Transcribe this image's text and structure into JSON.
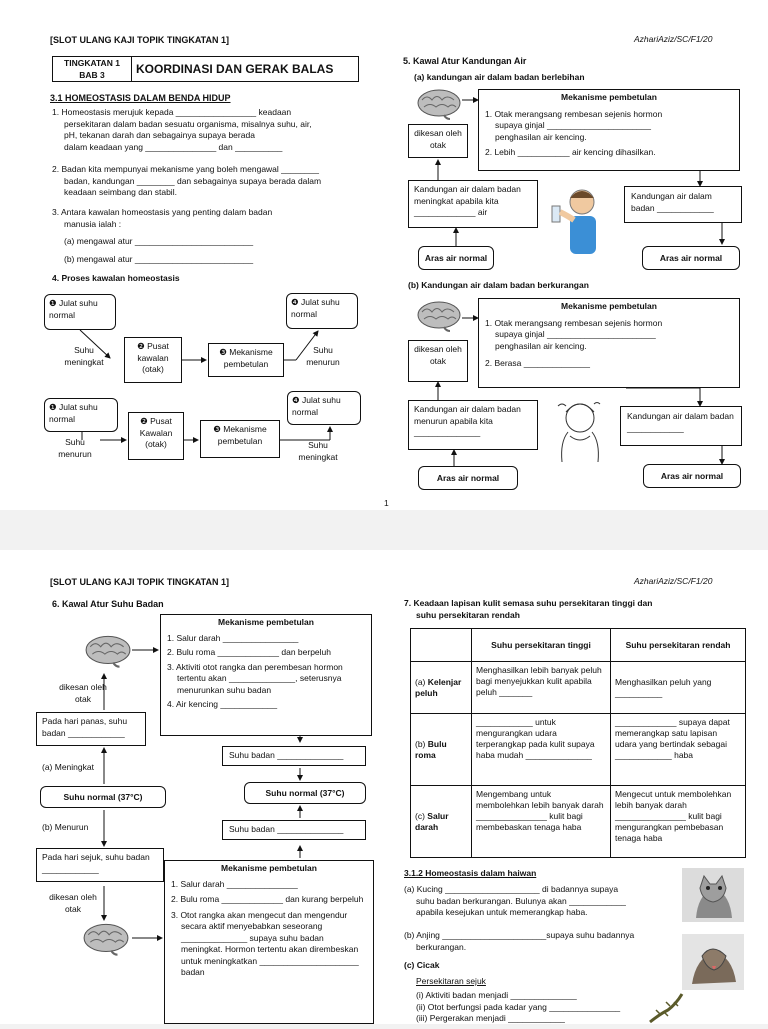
{
  "page1": {
    "header_left": "[SLOT ULANG KAJI TOPIK TINGKATAN 1]",
    "header_right": "AzhariAziz/SC/F1/20",
    "tingkatan": "TINGKATAN 1",
    "bab": "BAB 3",
    "chapter_title": "KOORDINASI DAN GERAK BALAS",
    "section_title": "3.1 HOMEOSTASIS DALAM BENDA HIDUP",
    "q1_lines": [
      "1. Homeostasis merujuk kepada _________________ keadaan",
      "persekitaran dalam badan sesuatu organisma, misalnya suhu, air,",
      "pH, tekanan darah dan sebagainya supaya berada",
      "dalam keadaan yang _______________ dan __________"
    ],
    "q2_lines": [
      "2. Badan kita mempunyai mekanisme yang boleh mengawal ________",
      "badan, kandungan ________ dan sebagainya supaya berada dalam",
      "keadaan seimbang dan stabil."
    ],
    "q3_lines": [
      "3. Antara kawalan homeostasis yang penting dalam badan",
      "manusia ialah :"
    ],
    "q3a": "(a) mengawal atur _________________________",
    "q3b": "(b) mengawal atur _________________________",
    "q4_title": "4. Proses kawalan homeostasis",
    "flow1": {
      "start": "❶ Julat suhu normal",
      "trigger": "Suhu meningkat",
      "center": "❷ Pusat kawalan (otak)",
      "mech": "❸ Mekanisme pembetulan",
      "result": "Suhu menurun",
      "end": "❹ Julat suhu normal"
    },
    "flow2": {
      "start": "❶ Julat suhu normal",
      "trigger": "Suhu menurun",
      "center": "❷ Pusat Kawalan (otak)",
      "mech": "❸ Mekanisme pembetulan",
      "result": "Suhu meningkat",
      "end": "❹ Julat suhu normal"
    },
    "q5_title": "5. Kawal Atur Kandungan Air",
    "q5a_title": "(a) kandungan air dalam badan berlebihan",
    "mech_title": "Mekanisme pembetulan",
    "q5a_mech": [
      "1. Otak merangsang rembesan sejenis hormon",
      "supaya ginjal ______________________",
      "penghasilan air kencing.",
      "2. Lebih ___________ air kencing dihasilkan."
    ],
    "detected": "dikesan oleh otak",
    "q5a_left": "Kandungan air dalam badan meningkat apabila kita _____________ air",
    "q5a_right": "Kandungan air dalam badan ____________",
    "normal_water": "Aras air normal",
    "q5b_title": "(b) Kandungan air dalam badan berkurangan",
    "q5b_mech": [
      "1. Otak merangsang rembesan sejenis hormon",
      "supaya ginjal _______________________",
      "penghasilan air kencing.",
      "2. Berasa ______________"
    ],
    "q5b_left": "Kandungan air dalam badan menurun apabila kita ______________",
    "q5b_right": "Kandungan air dalam badan ____________",
    "page_number": "1"
  },
  "page2": {
    "header_left": "[SLOT ULANG KAJI TOPIK TINGKATAN 1]",
    "header_right": "AzhariAziz/SC/F1/20",
    "q6_title": "6. Kawal Atur Suhu Badan",
    "mech_title": "Mekanisme pembetulan",
    "hot_mech": [
      "1. Salur darah ________________",
      "2. Bulu roma _____________ dan berpeluh",
      "3. Aktiviti otot rangka dan perembesan hormon tertentu akan ______________, seterusnya menurunkan suhu badan",
      "4. Air kencing ____________"
    ],
    "detected": "dikesan oleh otak",
    "hot_day": "Pada hari panas, suhu badan ____________",
    "increase": "(a) Meningkat",
    "normal_temp": "Suhu normal (37°C)",
    "decrease": "(b) Menurun",
    "body_temp": "Suhu badan ______________",
    "cold_day": "Pada hari sejuk, suhu badan ____________",
    "cold_mech": [
      "1. Salur darah _______________",
      "2. Bulu roma _____________ dan kurang berpeluh",
      "3. Otot rangka akan mengecut dan mengendur secara aktif menyebabkan seseorang ______________ supaya suhu badan meningkat. Hormon tertentu akan dirembeskan untuk meningkatkan _____________________ badan"
    ],
    "q7_title_lines": [
      "7. Keadaan lapisan kulit semasa suhu persekitaran tinggi dan",
      "suhu persekitaran rendah"
    ],
    "table": {
      "headers": [
        "",
        "Suhu persekitaran tinggi",
        "Suhu persekitaran rendah"
      ],
      "rows": [
        {
          "label_prefix": "(a)",
          "label": "Kelenjar peluh",
          "high": "Menghasilkan lebih banyak peluh bagi menyejukkan kulit apabila peluh _______",
          "low": "Menghasilkan peluh yang __________"
        },
        {
          "label_prefix": "(b)",
          "label": "Bulu roma",
          "high": "____________ untuk mengurangkan udara terperangkap pada kulit supaya haba mudah ______________",
          "low": "_____________ supaya dapat memerangkap satu lapisan udara yang bertindak sebagai ____________ haba"
        },
        {
          "label_prefix": "(c)",
          "label": "Salur darah",
          "high": "Mengembang untuk membolehkan lebih banyak darah _______________ kulit bagi membebaskan tenaga haba",
          "low": "Mengecut untuk membolehkan lebih banyak darah _______________ kulit bagi mengurangkan pembebasan tenaga haba"
        }
      ]
    },
    "s312_title": "3.1.2 Homeostasis dalam haiwan",
    "cat_lines": [
      "(a) Kucing ____________________ di badannya supaya",
      "suhu badan berkurangan. Bulunya akan ____________",
      "apabila kesejukan untuk memerangkap haba."
    ],
    "dog_lines": [
      "(b) Anjing ______________________supaya suhu badannya",
      "berkurangan."
    ],
    "lizard_title": "(c) Cicak",
    "cold_env": "Persekitaran sejuk",
    "lizard_items": [
      "(i) Aktiviti badan menjadi ______________",
      "(ii) Otot berfungsi pada kadar yang _______________",
      "(iii) Pergerakan menjadi ____________"
    ]
  }
}
